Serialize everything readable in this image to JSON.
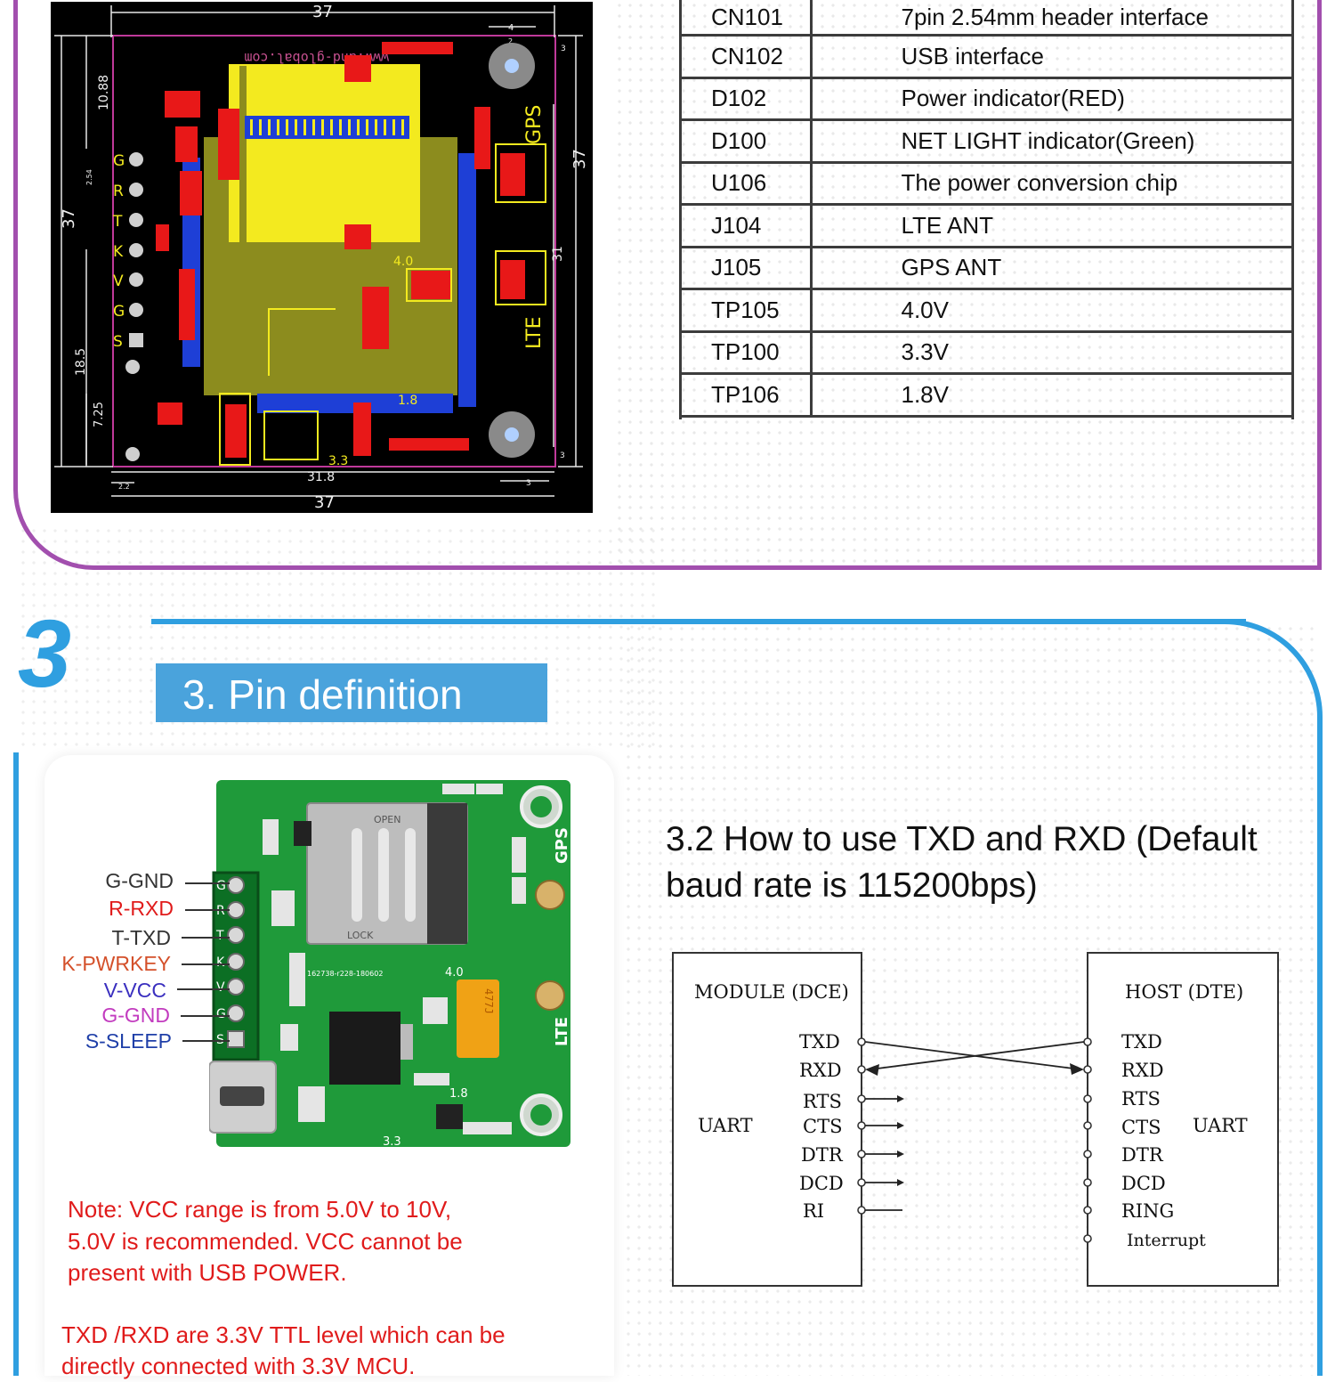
{
  "pcb": {
    "brand_mirrored": "www.and-global.com",
    "silk": {
      "gps": "GPS",
      "lte": "LTE",
      "v40": "4.0",
      "v18": "1.8",
      "v33": "3.3"
    },
    "pins": [
      "G",
      "R",
      "T",
      "K",
      "V",
      "G",
      "S"
    ],
    "dims": {
      "top": "37",
      "top_small": "4",
      "top_inner": "2",
      "right_small": "3",
      "left_tall": "37",
      "right_tall": "37",
      "upper_left": "10.88",
      "pitch": "2.54",
      "lower_left": "18.5",
      "bottom_left": "7.25",
      "right_mid": "31",
      "right_bottom_small": "3",
      "bottom_inner": "31.8",
      "bottom": "37",
      "bottom_small_left": "2.2",
      "bottom_small_right": "3"
    }
  },
  "component_table": {
    "rows": [
      {
        "ref": "CN101",
        "desc": "7pin 2.54mm header interface"
      },
      {
        "ref": "CN102",
        "desc": "USB interface"
      },
      {
        "ref": "D102",
        "desc": "Power indicator(RED)"
      },
      {
        "ref": "D100",
        "desc": "NET LIGHT indicator(Green)"
      },
      {
        "ref": "U106",
        "desc": "The power conversion chip"
      },
      {
        "ref": "J104",
        "desc": "LTE ANT"
      },
      {
        "ref": "J105",
        "desc": "GPS ANT"
      },
      {
        "ref": "TP105",
        "desc": "4.0V"
      },
      {
        "ref": "TP100",
        "desc": "3.3V"
      },
      {
        "ref": "TP106",
        "desc": "1.8V"
      }
    ]
  },
  "section3": {
    "number": "3",
    "title": "3. Pin definition"
  },
  "board": {
    "silk": {
      "gps": "GPS",
      "lte": "LTE",
      "open": "OPEN",
      "lock": "LOCK",
      "v40": "4.0",
      "v18": "1.8",
      "v33": "3.3",
      "part_no": "162738-r228-180602",
      "cap": "477J"
    },
    "header_pins": [
      "G",
      "R",
      "T",
      "K",
      "V",
      "G",
      "S"
    ]
  },
  "pin_labels": [
    {
      "text": "G-GND",
      "color": "#333333"
    },
    {
      "text": "R-RXD",
      "color": "#e01b1b"
    },
    {
      "text": "T-TXD",
      "color": "#333333"
    },
    {
      "text": "K-PWRKEY",
      "color": "#d4502a"
    },
    {
      "text": "V-VCC",
      "color": "#3a2fbf"
    },
    {
      "text": "G-GND",
      "color": "#c23bbf"
    },
    {
      "text": "S-SLEEP",
      "color": "#1f3fa8"
    }
  ],
  "notes": {
    "vcc_line1": "Note: VCC  range  is  from  5.0V to  10V,",
    "vcc_line2": "5.0V  is  recommended.  VCC  cannot  be",
    "vcc_line3": "present with USB POWER.",
    "ttl_line1": "TXD /RXD are 3.3V TTL level which can be",
    "ttl_line2": "directly connected with 3.3V MCU."
  },
  "usage": {
    "heading": "3.2 How to use TXD and RXD (Default baud rate is 115200bps)"
  },
  "uart_diagram": {
    "module_title": "MODULE (DCE)",
    "host_title": "HOST (DTE)",
    "module_side_label": "UART",
    "host_side_label": "UART",
    "module_signals": [
      "TXD",
      "RXD",
      "RTS",
      "CTS",
      "DTR",
      "DCD",
      "RI"
    ],
    "host_signals": [
      "TXD",
      "RXD",
      "RTS",
      "CTS",
      "DTR",
      "DCD",
      "RING",
      "Interrupt"
    ]
  },
  "colors": {
    "purple_frame": "#a24fae",
    "blue_frame": "#2f9fe0",
    "title_bar": "#4aa3dc",
    "note_red": "#e01b1b",
    "pcb_green": "#1f9a3a",
    "pcb_yellow": "#f3ea1f"
  }
}
